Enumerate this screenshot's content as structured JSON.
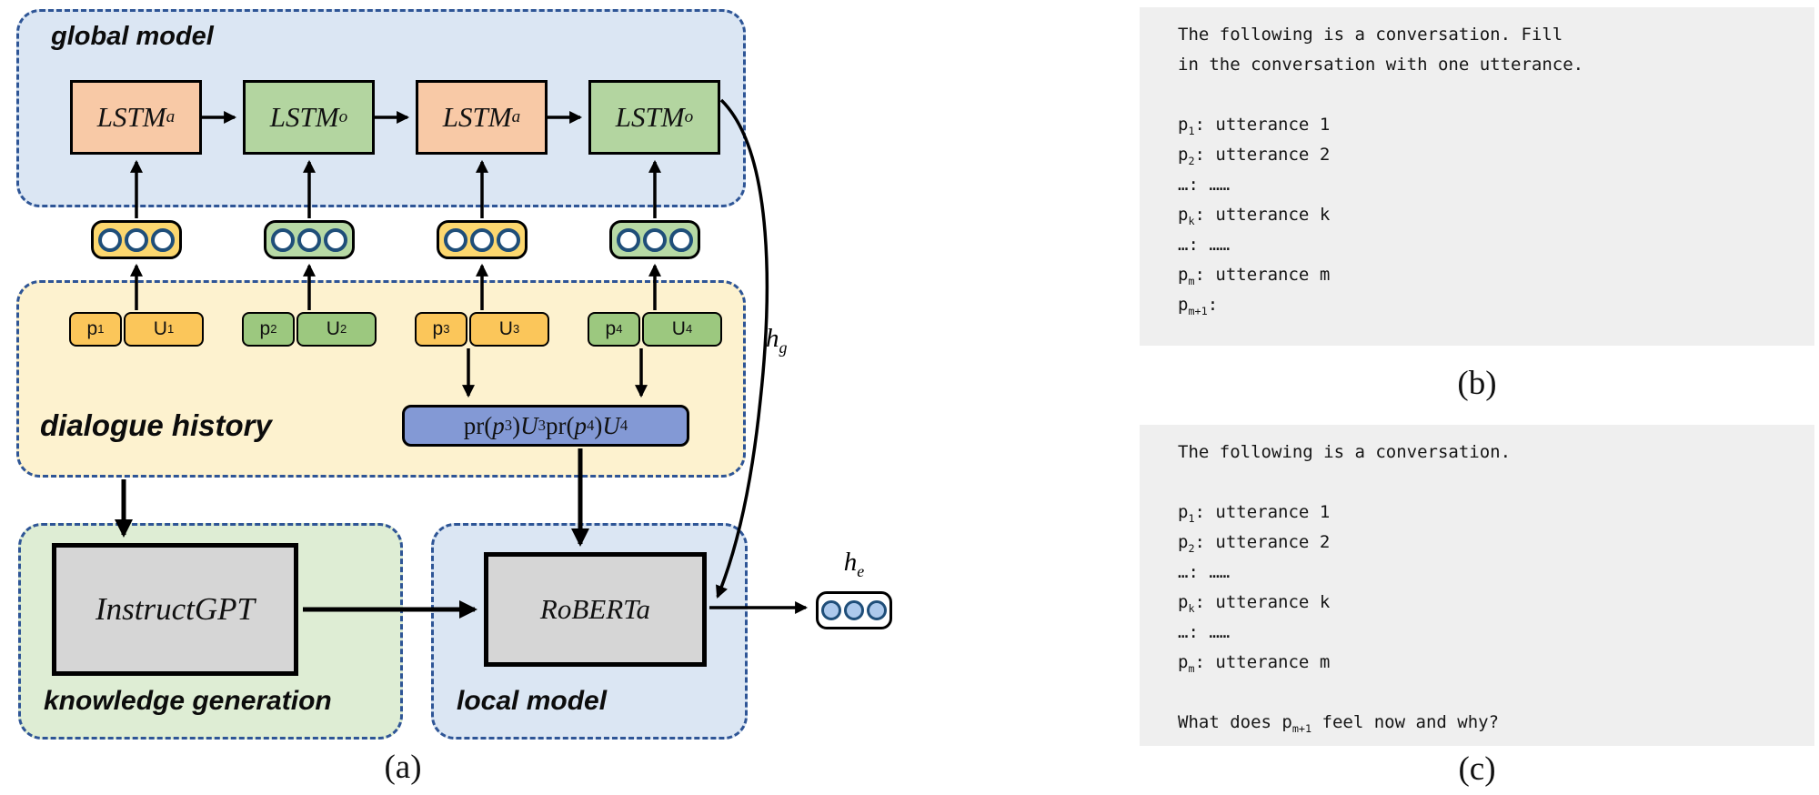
{
  "diagram": {
    "caption": "(a)",
    "global_model": {
      "label": "global model",
      "units": [
        "LSTM_{a}",
        "LSTM_{o}",
        "LSTM_{a}",
        "LSTM_{o}"
      ]
    },
    "dialogue_history": {
      "label": "dialogue history",
      "pairs": [
        {
          "p": "p_{1}",
          "u": "U_{1}"
        },
        {
          "p": "p_{2}",
          "u": "U_{2}"
        },
        {
          "p": "p_{3}",
          "u": "U_{3}"
        },
        {
          "p": "p_{4}",
          "u": "U_{4}"
        }
      ],
      "prompt_box": "pr(*p*_{3})*U*_{3}pr(*p*_{4})*U*_{4}"
    },
    "knowledge_generation": {
      "label": "knowledge generation",
      "model": "InstructGPT"
    },
    "local_model": {
      "label": "local model",
      "model": "RoBERTa"
    },
    "outputs": {
      "hg": "h_{g}",
      "he": "h_{e}"
    }
  },
  "panel_b": {
    "caption": "(b)",
    "lines": [
      "The following is a conversation. Fill",
      "in the conversation with one utterance.",
      "",
      "p_{1}: utterance 1",
      "p_{2}: utterance 2",
      "…: ……",
      "p_{k}: utterance k",
      "…: ……",
      "p_{m}: utterance m",
      "p_{m+1}:"
    ]
  },
  "panel_c": {
    "caption": "(c)",
    "lines": [
      "The following is a conversation.",
      "",
      "p_{1}: utterance 1",
      "p_{2}: utterance 2",
      "…: ……",
      "p_{k}: utterance k",
      "…: ……",
      "p_{m}: utterance m",
      "",
      "What does p_{m+1} feel now and why?"
    ]
  },
  "colors": {
    "container_border": "#2e5596",
    "global_local_fill": "#dbe6f3",
    "history_fill": "#fdf2cf",
    "knowledge_fill": "#deedd4",
    "lstm_a_fill": "#f8c9a6",
    "lstm_o_fill": "#b3d5a0",
    "chip_yellow": "#fbc65a",
    "chip_green": "#9cc87f",
    "capsule_yellow": "#fcd76f",
    "capsule_green": "#b7d9a5",
    "prompt_blue": "#8399d5",
    "model_gray": "#d6d6d6",
    "circle_ring": "#1f4e79",
    "he_circle_fill": "#adc9ec",
    "panel_gray": "#efefef",
    "arrow_black": "#000000"
  }
}
